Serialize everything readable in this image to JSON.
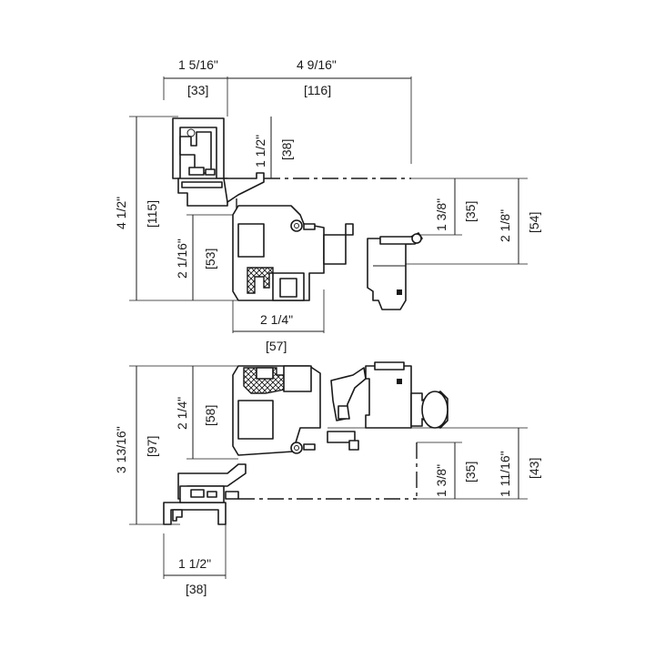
{
  "diagram": {
    "top_section": {
      "dim_left_frame_in": "1 5/16\"",
      "dim_left_frame_mm": "[33]",
      "dim_overall_depth_in": "4 9/16\"",
      "dim_overall_depth_mm": "[116]",
      "dim_total_height_in": "4 1/2\"",
      "dim_total_height_mm": "[115]",
      "dim_sash_offset_in": "1 1/2\"",
      "dim_sash_offset_mm": "[38]",
      "dim_sash_height_in": "2 1/16\"",
      "dim_sash_height_mm": "[53]",
      "dim_right_small_in": "1 3/8\"",
      "dim_right_small_mm": "[35]",
      "dim_right_large_in": "2 1/8\"",
      "dim_right_large_mm": "[54]",
      "dim_sash_width_in": "2 1/4\""
    },
    "bottom_section": {
      "dim_sash_width_mm": "[57]",
      "dim_total_height_in": "3 13/16\"",
      "dim_total_height_mm": "[97]",
      "dim_sash_height_in": "2 1/4\"",
      "dim_sash_height_mm": "[58]",
      "dim_right_small_in": "1 3/8\"",
      "dim_right_small_mm": "[35]",
      "dim_right_large_in": "1 11/16\"",
      "dim_right_large_mm": "[43]",
      "dim_frame_width_in": "1 1/2\"",
      "dim_frame_width_mm": "[38]"
    }
  }
}
